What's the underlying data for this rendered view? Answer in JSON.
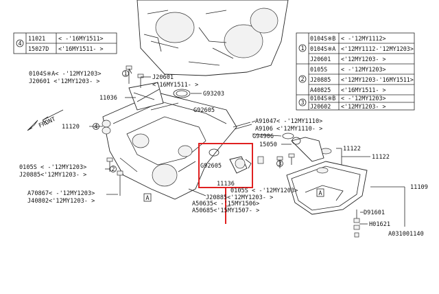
{
  "colors": {
    "highlight": "#e02020",
    "line": "#222222"
  },
  "tables": {
    "left_table": {
      "num": "4",
      "rows": [
        {
          "part": "11021",
          "range": "< -'16MY1511>"
        },
        {
          "part": "15027D",
          "range": "<'16MY1511- >"
        }
      ]
    },
    "right_table": {
      "groups": [
        {
          "num": "1",
          "rows": [
            {
              "part": "0104S※B",
              "range": "< -'12MY1112>"
            },
            {
              "part": "0104S※A",
              "range": "<'12MY1112-'12MY1203>"
            },
            {
              "part": "J20601",
              "range": "<'12MY1203- >"
            }
          ]
        },
        {
          "num": "2",
          "rows": [
            {
              "part": "0105S",
              "range": "< -'12MY1203>"
            },
            {
              "part": "J20885",
              "range": "<'12MY1203-'16MY1511>"
            },
            {
              "part": "A40825",
              "range": "<'16MY1511- >"
            }
          ]
        },
        {
          "num": "3",
          "rows": [
            {
              "part": "0104S※B",
              "range": "< -'12MY1203>"
            },
            {
              "part": "J20602",
              "range": "<'12MY1203- >"
            }
          ]
        }
      ]
    }
  },
  "labels": {
    "l01": "0104S※A< -'12MY1203>",
    "l02": "J20601 <'12MY1203- >",
    "l03": "J20601",
    "l04": "<'16MY1511- >",
    "l05": "11036",
    "l06": "G93203",
    "l07": "11120",
    "l08": "FRONT",
    "l09": "G92605",
    "l10": "A91047< -'12MY1110>",
    "l11": "A9106 <'12MY1110- >",
    "l12": "G94906",
    "l13": "15050",
    "l14": "11122",
    "l15": "11122",
    "l16": "11109",
    "l17": "0105S < -'12MY1203>",
    "l18": "J20885<'12MY1203- >",
    "l19": "A70867< -'12MY1203>",
    "l20": "J40802<'12MY1203- >",
    "l21": "G92605",
    "l22": "11136",
    "l23": "0105S < -'12MY1203>",
    "l24": "J20885<'12MY1203- >",
    "l25": "A50635< -'15MY1506>",
    "l26": "A50685<'15MY1507- >",
    "l27": "D91601",
    "l28": "H01621",
    "l29": "A031001140",
    "a1": "A",
    "a2": "A",
    "c1": "1",
    "c2": "2",
    "c3": "3",
    "c4": "4"
  }
}
